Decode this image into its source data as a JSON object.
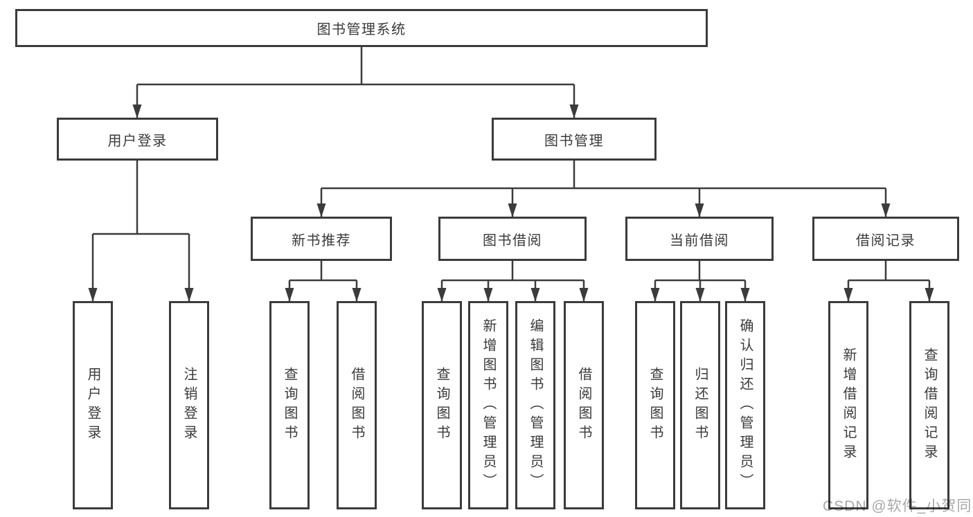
{
  "tree": {
    "root": {
      "label": "图书管理系统"
    },
    "children": [
      {
        "label": "用户登录",
        "children": [
          {
            "label": "用户登录"
          },
          {
            "label": "注销登录"
          }
        ]
      },
      {
        "label": "图书管理",
        "children": [
          {
            "label": "新书推荐",
            "children": [
              {
                "label": "查询图书"
              },
              {
                "label": "借阅图书"
              }
            ]
          },
          {
            "label": "图书借阅",
            "children": [
              {
                "label": "查询图书"
              },
              {
                "label": "新增图书（管理员）"
              },
              {
                "label": "编辑图书（管理员）"
              },
              {
                "label": "借阅图书"
              }
            ]
          },
          {
            "label": "当前借阅",
            "children": [
              {
                "label": "查询图书"
              },
              {
                "label": "归还图书"
              },
              {
                "label": "确认归还（管理员）"
              }
            ]
          },
          {
            "label": "借阅记录",
            "children": [
              {
                "label": "新增借阅记录"
              },
              {
                "label": "查询借阅记录"
              }
            ]
          }
        ]
      }
    ]
  },
  "watermark": "CSDN @软件_小贺同学",
  "colors": {
    "line": "#3b3b3b",
    "text": "#3a3a3a",
    "watermark": "#a8a8a8",
    "background": "#ffffff"
  }
}
